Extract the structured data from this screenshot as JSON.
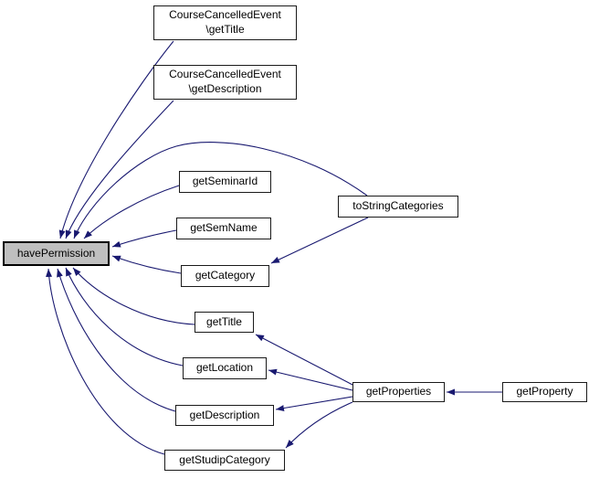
{
  "diagram": {
    "title": "havePermission caller graph",
    "colors": {
      "edge": "#191970",
      "node_fill": "#ffffff",
      "node_border": "#000000",
      "current_node_fill": "#bfbfbf",
      "text": "#000000"
    },
    "nodes": [
      {
        "id": "havePermission",
        "label": "havePermission",
        "current": true
      },
      {
        "id": "CourseCancelledEvent\\getTitle",
        "label": "CourseCancelledEvent\n\\getTitle"
      },
      {
        "id": "CourseCancelledEvent\\getDescription",
        "label": "CourseCancelledEvent\n\\getDescription"
      },
      {
        "id": "getSeminarId",
        "label": "getSeminarId"
      },
      {
        "id": "getSemName",
        "label": "getSemName"
      },
      {
        "id": "getCategory",
        "label": "getCategory"
      },
      {
        "id": "getTitle",
        "label": "getTitle"
      },
      {
        "id": "getLocation",
        "label": "getLocation"
      },
      {
        "id": "getDescription",
        "label": "getDescription"
      },
      {
        "id": "getStudipCategory",
        "label": "getStudipCategory"
      },
      {
        "id": "toStringCategories",
        "label": "toStringCategories"
      },
      {
        "id": "getProperties",
        "label": "getProperties"
      },
      {
        "id": "getProperty",
        "label": "getProperty"
      }
    ],
    "edges": [
      {
        "from": "CourseCancelledEvent\\getTitle",
        "to": "havePermission"
      },
      {
        "from": "CourseCancelledEvent\\getDescription",
        "to": "havePermission"
      },
      {
        "from": "toStringCategories",
        "to": "havePermission"
      },
      {
        "from": "getSeminarId",
        "to": "havePermission"
      },
      {
        "from": "getSemName",
        "to": "havePermission"
      },
      {
        "from": "getCategory",
        "to": "havePermission"
      },
      {
        "from": "getTitle",
        "to": "havePermission"
      },
      {
        "from": "getLocation",
        "to": "havePermission"
      },
      {
        "from": "getDescription",
        "to": "havePermission"
      },
      {
        "from": "getStudipCategory",
        "to": "havePermission"
      },
      {
        "from": "toStringCategories",
        "to": "getCategory"
      },
      {
        "from": "getProperties",
        "to": "getTitle"
      },
      {
        "from": "getProperties",
        "to": "getLocation"
      },
      {
        "from": "getProperties",
        "to": "getDescription"
      },
      {
        "from": "getProperties",
        "to": "getStudipCategory"
      },
      {
        "from": "getProperty",
        "to": "getProperties"
      }
    ]
  }
}
